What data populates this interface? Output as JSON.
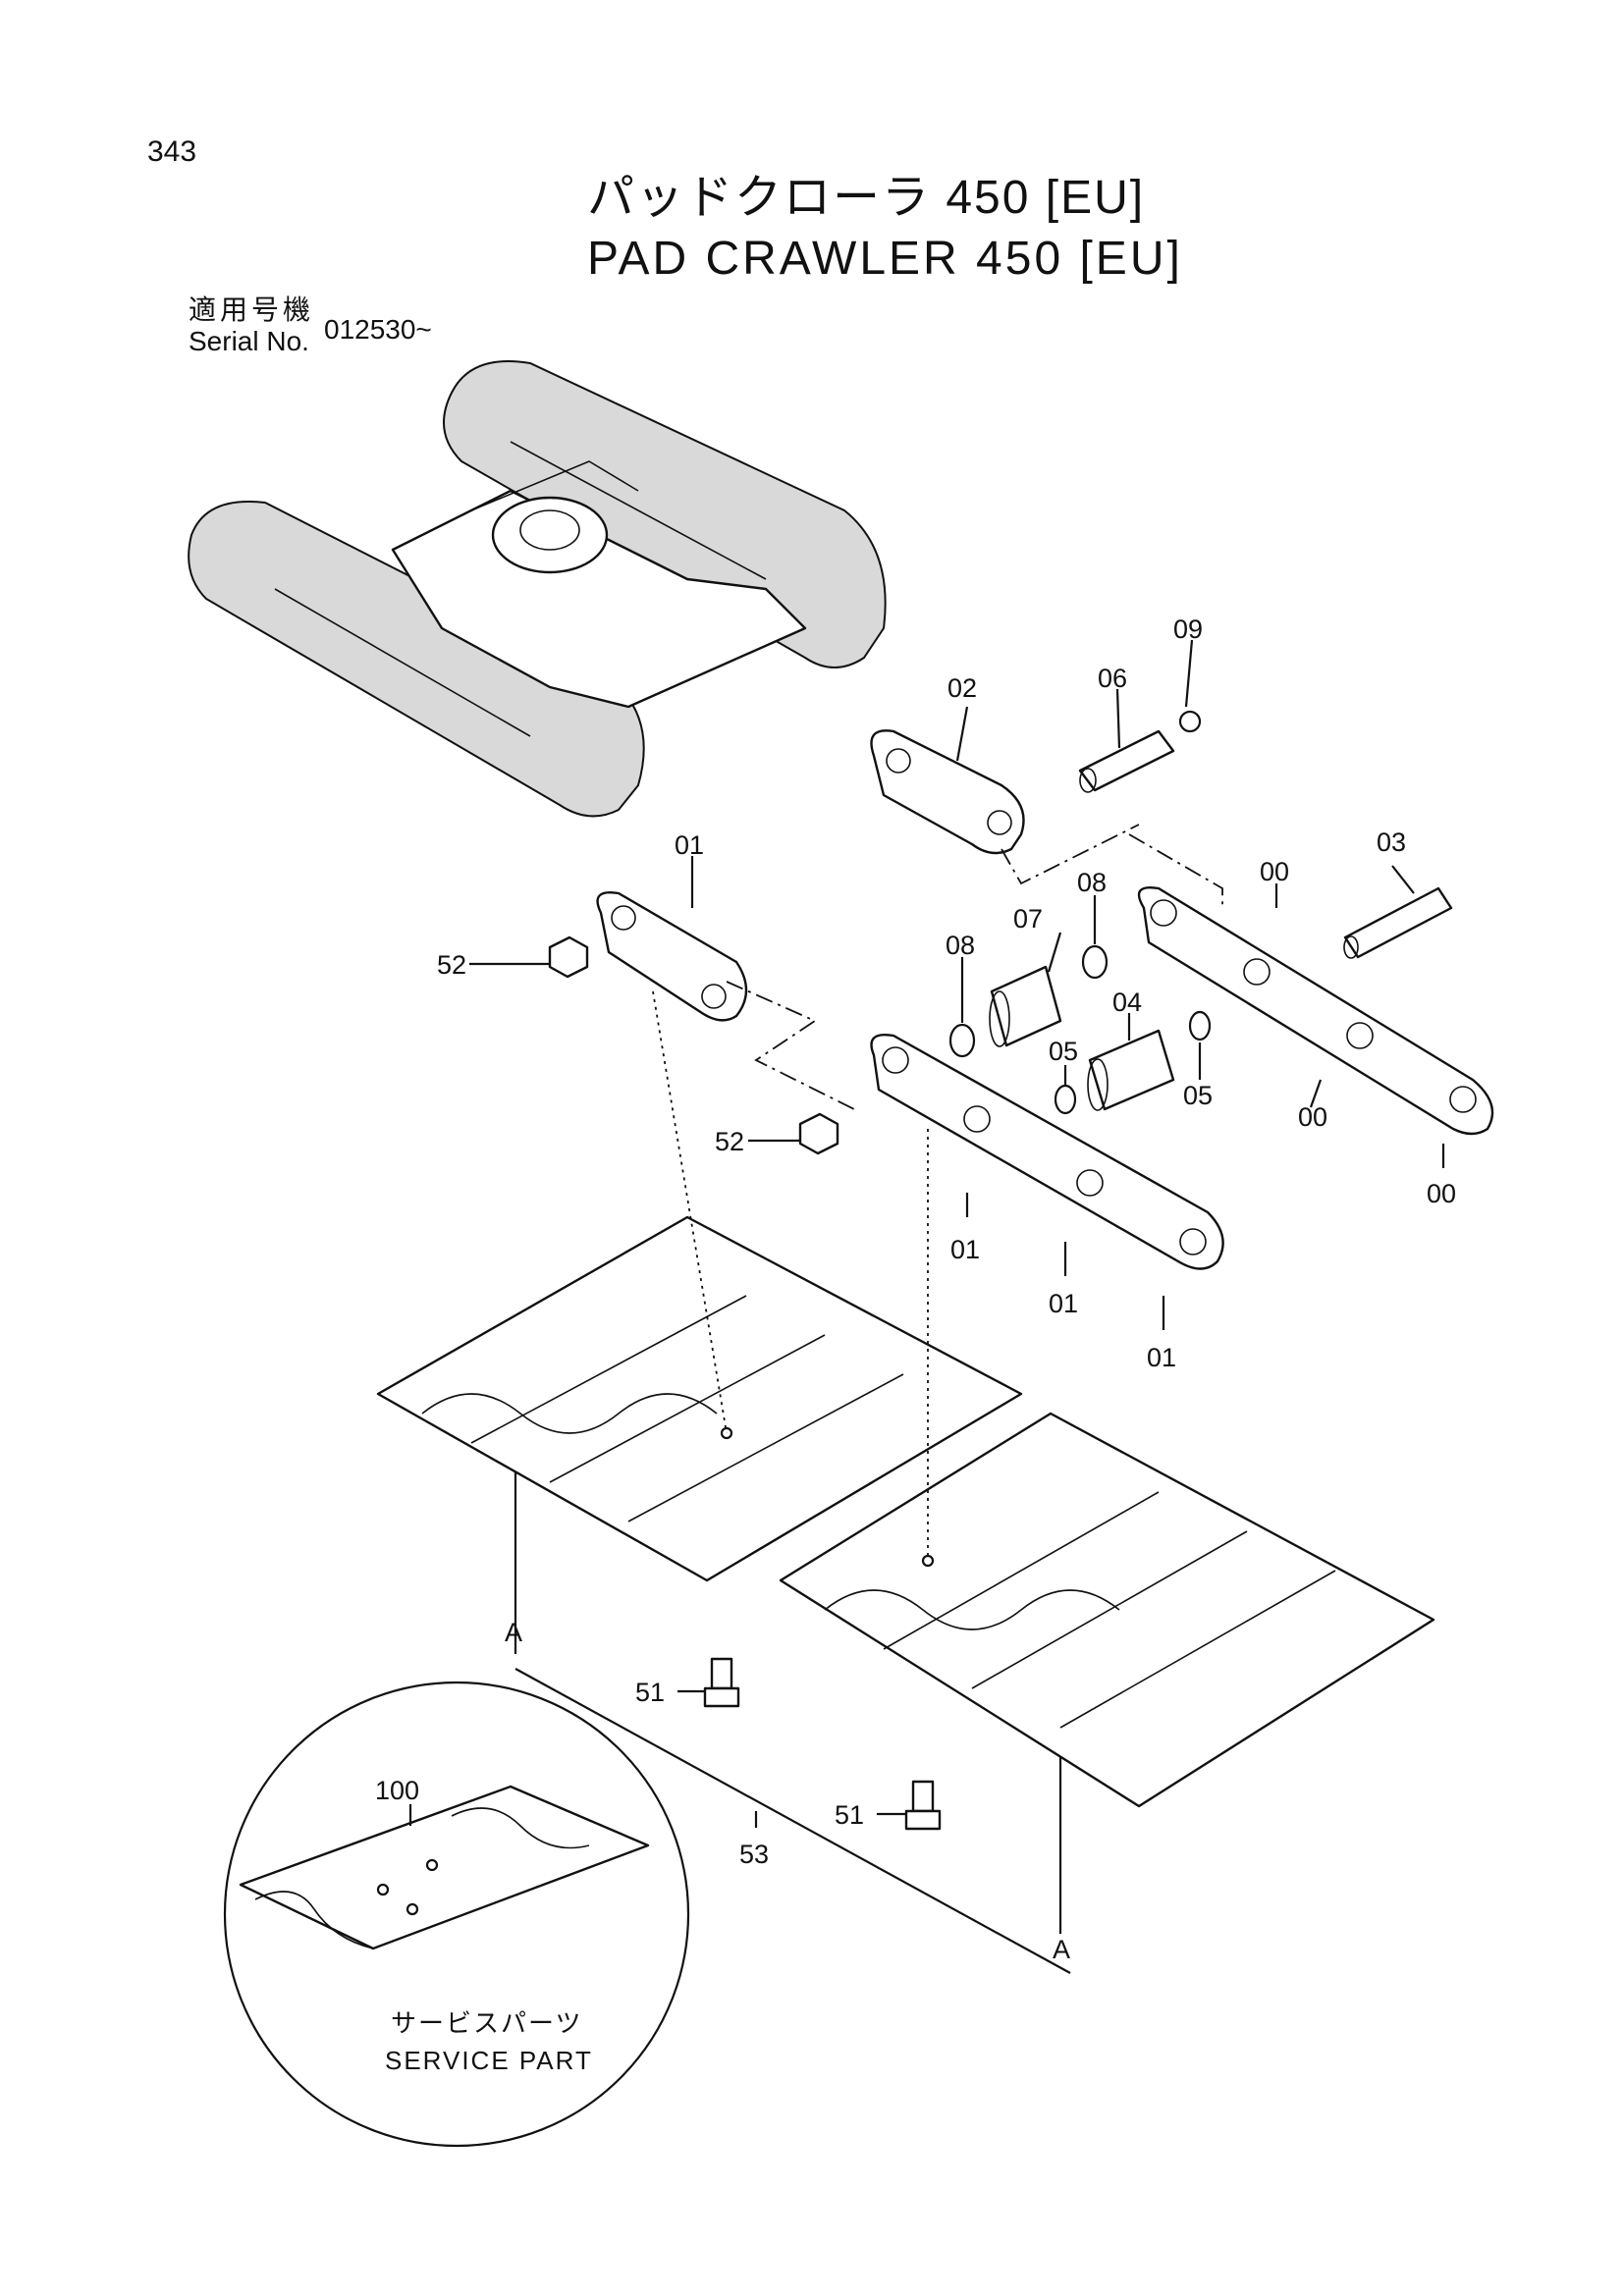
{
  "page_number": "343",
  "title_jp": "パッドクローラ 450 [EU]",
  "title_en": "PAD CRAWLER 450 [EU]",
  "serial": {
    "label_jp": "適用号機",
    "label_en": "Serial No.",
    "value": "012530~"
  },
  "service_part": {
    "label_jp": "サービスパーツ",
    "label_en": "SERVICE PART"
  },
  "callouts": {
    "c09": "09",
    "c06": "06",
    "c02": "02",
    "c03": "03",
    "c00a": "00",
    "c00b": "00",
    "c00c": "00",
    "c01a": "01",
    "c01b": "01",
    "c01c": "01",
    "c01d": "01",
    "c08a": "08",
    "c08b": "08",
    "c07": "07",
    "c04": "04",
    "c05a": "05",
    "c05b": "05",
    "c52a": "52",
    "c52b": "52",
    "c51a": "51",
    "c51b": "51",
    "c53": "53",
    "c100": "100",
    "cA1": "A",
    "cA2": "A"
  }
}
